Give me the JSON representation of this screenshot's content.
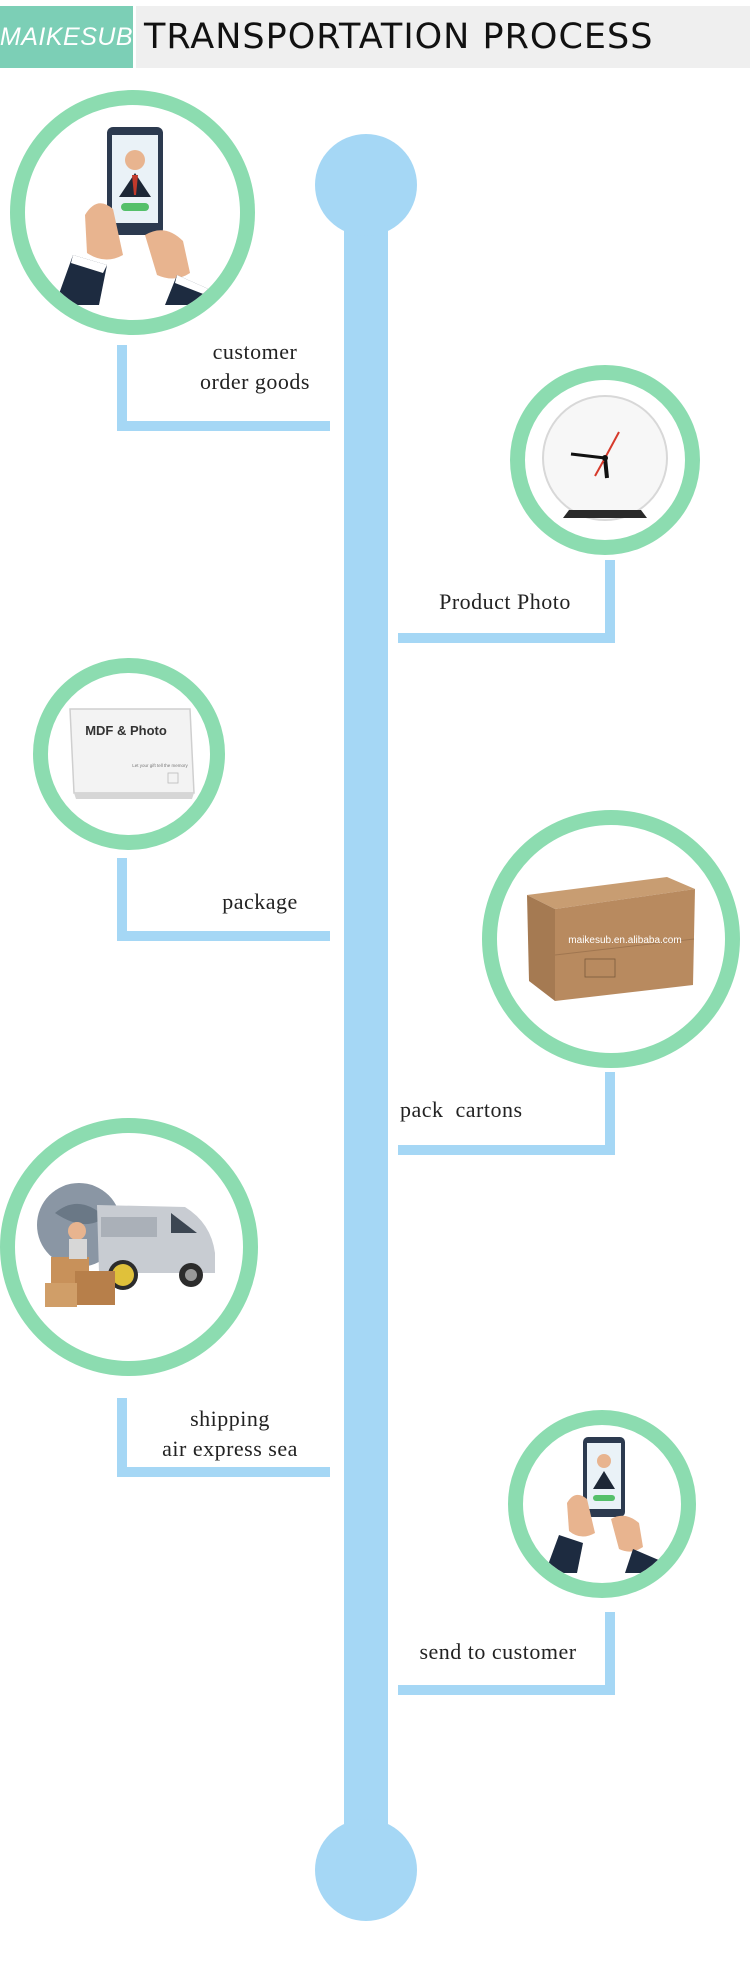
{
  "header": {
    "brand": "MAIKESUB",
    "title": "TRANSPORTATION PROCESS"
  },
  "colors": {
    "brand_bg": "#7ccfb6",
    "title_bg": "#efefef",
    "timeline": "#a5d7f5",
    "ring": "#8cdcb0"
  },
  "steps": [
    {
      "lines": [
        "customer",
        "order goods"
      ],
      "icon": "phone-order-icon"
    },
    {
      "lines": [
        "Product Photo"
      ],
      "icon": "clock-photo-icon"
    },
    {
      "lines": [
        "package"
      ],
      "icon": "box-package-icon",
      "box_title": "MDF & Photo",
      "box_sub": "Let your gift tell the memory"
    },
    {
      "lines": [
        "pack  cartons"
      ],
      "icon": "carton-icon",
      "carton_text": "maikesub.en.alibaba.com"
    },
    {
      "lines": [
        "shipping",
        "air express sea"
      ],
      "icon": "shipping-truck-icon"
    },
    {
      "lines": [
        "send to customer"
      ],
      "icon": "phone-receive-icon"
    }
  ]
}
